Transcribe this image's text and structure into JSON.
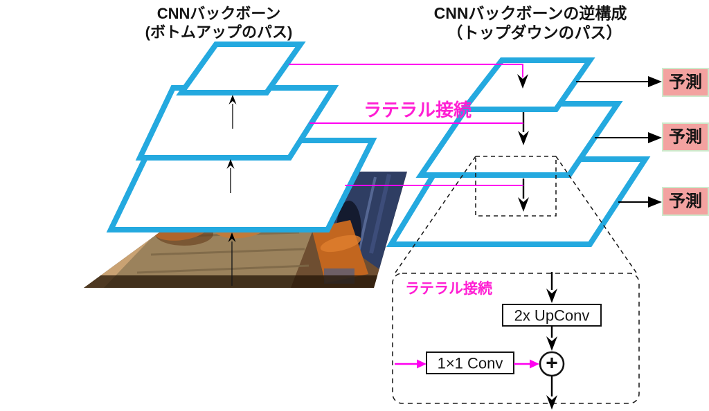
{
  "colors": {
    "cyan": "#24A9DF",
    "magenta": "#FF00F0",
    "magenta-text": "#FF1ED3",
    "salmon-bg": "#F3A2A0",
    "salmon-border": "#CDE9CB"
  },
  "titles": {
    "left": {
      "line1": "CNNバックボーン",
      "line2": "(ボトムアップのパス)"
    },
    "right": {
      "line1": "CNNバックボーンの逆構成",
      "line2": "（トップダウンのパス）"
    }
  },
  "labels": {
    "lateral": "ラテラル接続"
  },
  "inset": {
    "lateral": "ラテラル接続",
    "upconv": "2x UpConv",
    "conv": "1×1 Conv",
    "plus": "+"
  },
  "predictions": [
    {
      "label": "予測"
    },
    {
      "label": "予測"
    },
    {
      "label": "予測"
    }
  ]
}
